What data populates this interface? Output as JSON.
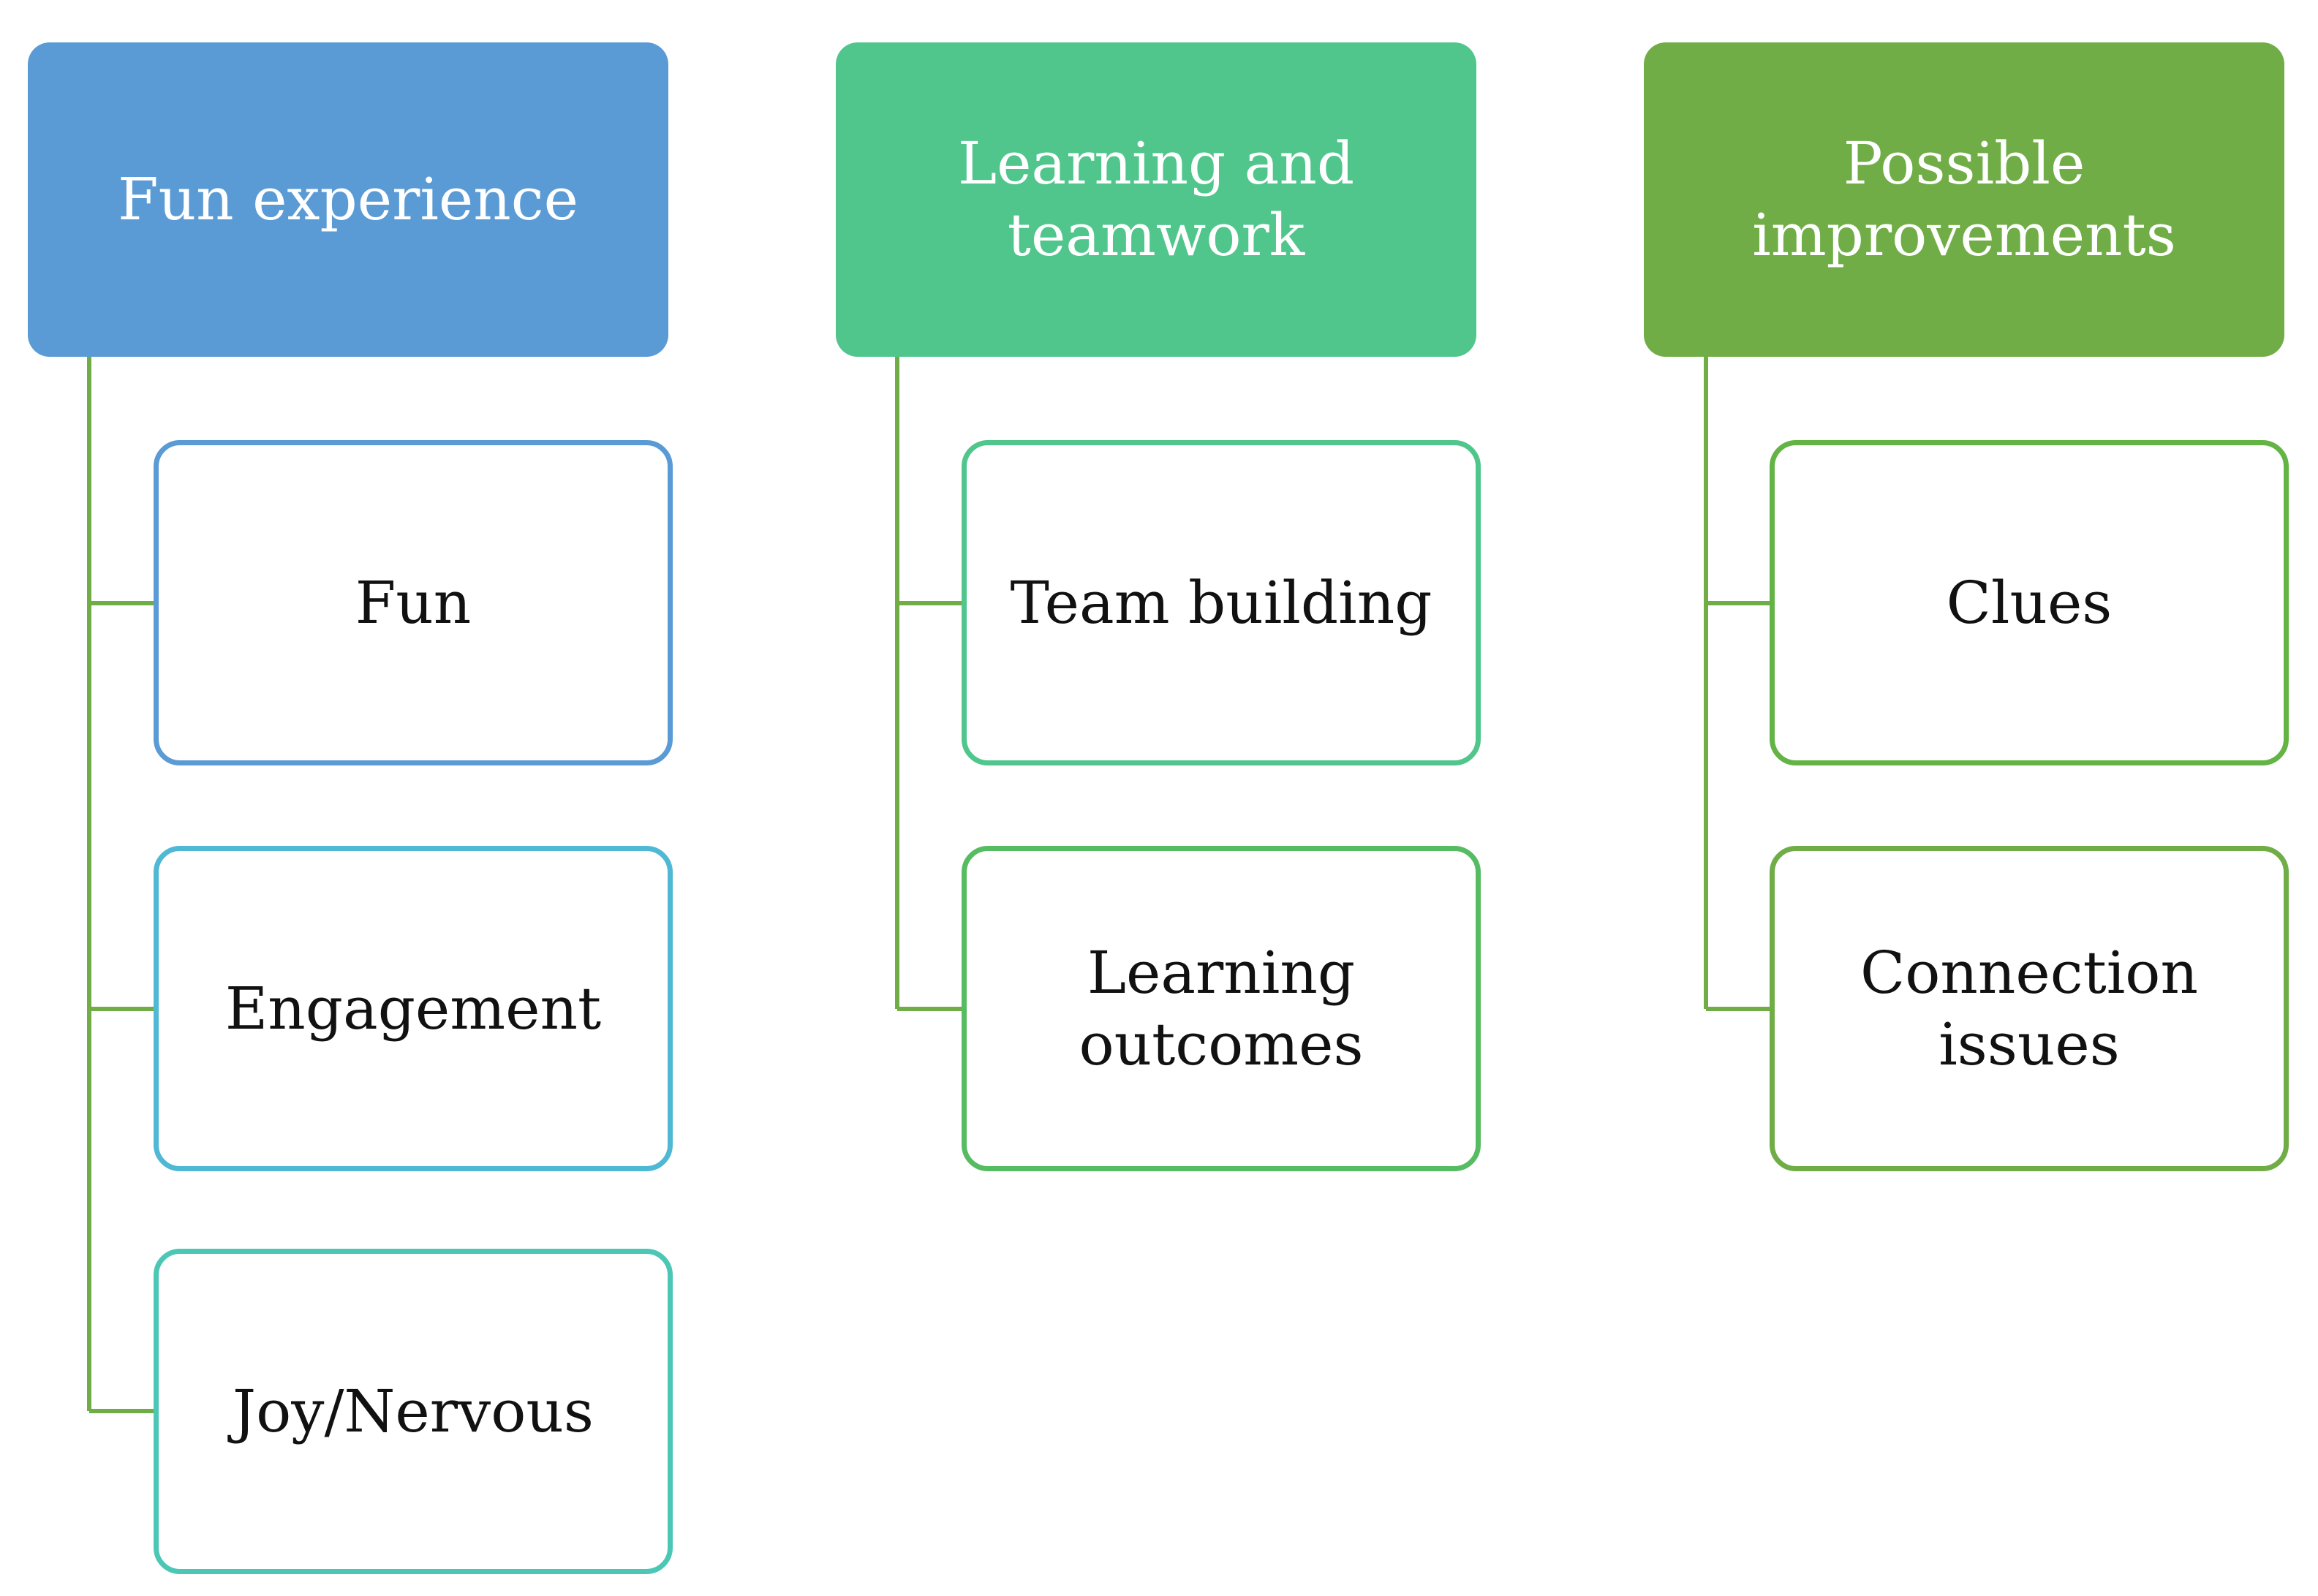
{
  "groups": [
    {
      "title": "Fun experience",
      "color": "#5b9bd5",
      "children": [
        {
          "label": "Fun",
          "color": "#5b9bd5"
        },
        {
          "label": "Engagement",
          "color": "#4fb8d4"
        },
        {
          "label": "Joy/Nervous",
          "color": "#4cc7b5"
        }
      ]
    },
    {
      "title": "Learning and teamwork",
      "color": "#50c68c",
      "children": [
        {
          "label": "Team building",
          "color": "#50c68c"
        },
        {
          "label": "Learning outcomes",
          "color": "#56bc62"
        }
      ]
    },
    {
      "title": "Possible improvements",
      "color": "#70ad47",
      "children": [
        {
          "label": "Clues",
          "color": "#64b445"
        },
        {
          "label": "Connection issues",
          "color": "#70ad47"
        }
      ]
    }
  ],
  "connector_color": "#70ad47"
}
